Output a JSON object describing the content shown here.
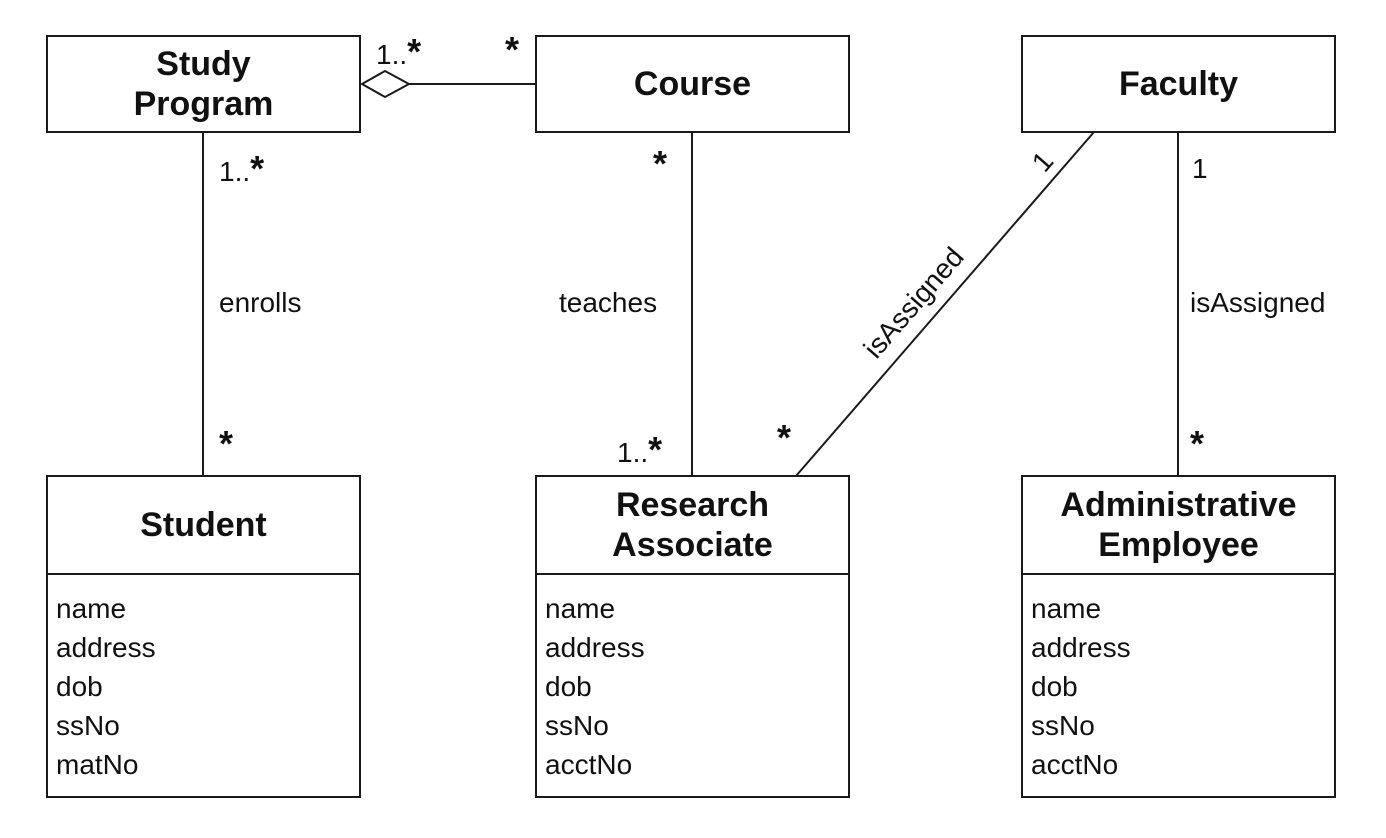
{
  "classes": {
    "study_program": {
      "line1": "Study",
      "line2": "Program"
    },
    "course": {
      "name": "Course"
    },
    "faculty": {
      "name": "Faculty"
    },
    "student": {
      "name": "Student",
      "attributes": [
        "name",
        "address",
        "dob",
        "ssNo",
        "matNo"
      ]
    },
    "research_associate": {
      "line1": "Research",
      "line2": "Associate",
      "attributes": [
        "name",
        "address",
        "dob",
        "ssNo",
        "acctNo"
      ]
    },
    "administrative_employee": {
      "line1": "Administrative",
      "line2": "Employee",
      "attributes": [
        "name",
        "address",
        "dob",
        "ssNo",
        "acctNo"
      ]
    }
  },
  "associations": {
    "program_course": {
      "program_mult_prefix": "1..",
      "program_mult_star": "*",
      "course_mult": "*"
    },
    "enrolls": {
      "label": "enrolls",
      "program_mult_prefix": "1..",
      "program_mult_star": "*",
      "student_mult": "*"
    },
    "teaches": {
      "label": "teaches",
      "course_mult": "*",
      "ra_mult_prefix": "1..",
      "ra_mult_star": "*"
    },
    "faculty_ra": {
      "label": "isAssigned",
      "faculty_mult": "1",
      "ra_mult": "*"
    },
    "faculty_admin": {
      "label": "isAssigned",
      "faculty_mult": "1",
      "admin_mult": "*"
    }
  }
}
